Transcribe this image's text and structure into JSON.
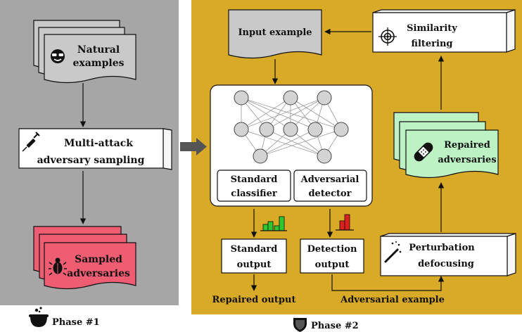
{
  "phase1": {
    "label": "Phase #1",
    "natural": [
      "Natural",
      "examples"
    ],
    "sampling": [
      "Multi-attack",
      "adversary sampling"
    ],
    "sampled": [
      "Sampled",
      "adversaries"
    ]
  },
  "phase2": {
    "label": "Phase #2",
    "input_example": "Input example",
    "similarity": [
      "Similarity",
      "filtering"
    ],
    "standard_classifier": [
      "Standard",
      "classifier"
    ],
    "adversarial_detector": [
      "Adversarial",
      "detector"
    ],
    "repaired_adversaries": [
      "Repaired",
      "adversaries"
    ],
    "standard_output": [
      "Standard",
      "output"
    ],
    "detection_output": [
      "Detection",
      "output"
    ],
    "perturbation": [
      "Perturbation",
      "defocusing"
    ],
    "repaired_output": "Repaired output",
    "adversarial_example": "Adversarial example"
  },
  "colors": {
    "phase1_bg": "#a6a6a6",
    "phase2_bg": "#d9a928",
    "natural_doc": "#c9c9c9",
    "sampled_doc": "#ef5d73",
    "repaired_doc": "#bdf2c4",
    "input_doc": "#c9c9c9",
    "bar_green": "#2ec82e",
    "bar_red": "#dd1f1f"
  },
  "icons": [
    "sunglasses-face-icon",
    "syringe-icon",
    "bug-icon",
    "target-icon",
    "bandage-icon",
    "magic-wand-icon",
    "cauldron-icon",
    "shield-icon",
    "bar-chart-icon"
  ]
}
